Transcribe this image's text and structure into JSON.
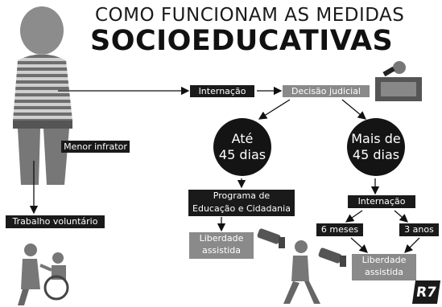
{
  "title": {
    "line1": "COMO FUNCIONAM AS MEDIDAS",
    "line2": "SOCIOEDUCATIVAS"
  },
  "nodes": {
    "menor_infrator": "Menor infrator",
    "internacao": "Internação",
    "decisao_judicial": "Decisão judicial",
    "ate_45_dias": "Até\n45 dias",
    "mais_de_45_dias": "Mais de\n45 dias",
    "programa": "Programa de\nEducação e Cidadania",
    "liberdade_assistida_1": "Liberdade\nassistida",
    "internacao_2": "Internação",
    "seis_meses": "6 meses",
    "tres_anos": "3 anos",
    "liberdade_assistida_2": "Liberdade\nassistida",
    "trabalho_voluntario": "Trabalho voluntário"
  },
  "logo": "R7",
  "icons": [
    "person-striped-shirt-icon",
    "judge-gavel-icon",
    "security-camera-icon",
    "walking-person-icon",
    "wheelchair-helper-icon"
  ],
  "colors": {
    "dark": "#1a1a1a",
    "mid": "#8a8a8a",
    "background": "#ffffff"
  }
}
